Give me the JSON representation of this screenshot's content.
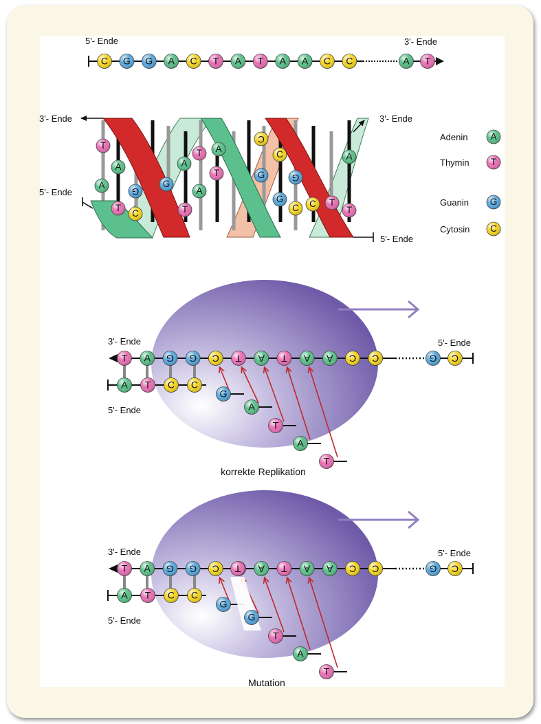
{
  "strand": {
    "left_end": "5'- Ende",
    "right_end": "3'- Ende",
    "bases": [
      "C",
      "G",
      "G",
      "A",
      "C",
      "T",
      "A",
      "T",
      "A",
      "A",
      "C",
      "C"
    ],
    "tail_bases": [
      "A",
      "T"
    ]
  },
  "helix": {
    "left_top": "3'- Ende",
    "left_bottom": "5'- Ende",
    "right_top": "3'- Ende",
    "right_bottom": "5'- Ende",
    "bases": [
      "T",
      "A",
      "A",
      "T",
      "C",
      "G",
      "G",
      "A",
      "T",
      "A",
      "T",
      "T",
      "A",
      "C",
      "G",
      "C",
      "C",
      "G",
      "G",
      "C",
      "T",
      "T",
      "A"
    ]
  },
  "legend": [
    {
      "name": "Adenin",
      "letter": "A",
      "color": "#5cc08a"
    },
    {
      "name": "Thymin",
      "letter": "T",
      "color": "#e870b4"
    },
    {
      "name": "Guanin",
      "letter": "G",
      "color": "#5aa8dc"
    },
    {
      "name": "Cytosin",
      "letter": "C",
      "color": "#f3d426"
    }
  ],
  "colors": {
    "A": "#5cc08a",
    "T": "#e870b4",
    "G": "#5aa8dc",
    "C": "#f3d426",
    "arrow": "#9080c0",
    "red": "#c0282c"
  },
  "replication": {
    "left_top": "3'- Ende",
    "left_bottom": "5'- Ende",
    "right_top": "5'- Ende",
    "top_bases": [
      "T",
      "A",
      "G",
      "G",
      "C",
      "T",
      "A",
      "T",
      "A",
      "A",
      "C",
      "C"
    ],
    "top_tail": [
      "G",
      "C"
    ],
    "bottom_bases": [
      "A",
      "T",
      "C",
      "C"
    ],
    "new_bases": [
      "G",
      "A",
      "T",
      "A",
      "T"
    ],
    "caption": "korrekte Replikation"
  },
  "mutation": {
    "left_top": "3'- Ende",
    "left_bottom": "5'- Ende",
    "right_top": "5'- Ende",
    "top_bases": [
      "T",
      "A",
      "G",
      "G",
      "C",
      "T",
      "A",
      "T",
      "A",
      "A",
      "C",
      "C"
    ],
    "top_tail": [
      "G",
      "C"
    ],
    "bottom_bases": [
      "A",
      "T",
      "C",
      "C"
    ],
    "new_bases": [
      "G",
      "G",
      "T",
      "A",
      "T"
    ],
    "caption": "Mutation"
  }
}
